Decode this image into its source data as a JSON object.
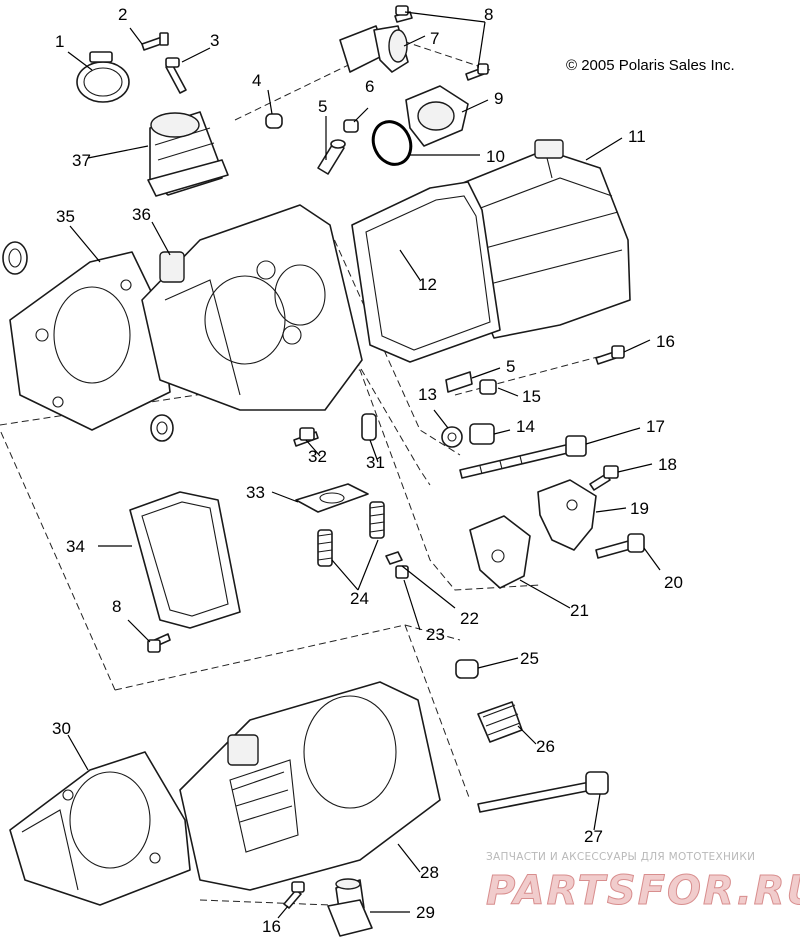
{
  "copyright": "© 2005 Polaris Sales Inc.",
  "watermark": {
    "tagline": "ЗАПЧАСТИ И АКСЕССУАРЫ ДЛЯ МОТОТЕХНИКИ",
    "brand": "PARTSFOR.RU"
  },
  "callouts": [
    "1",
    "2",
    "3",
    "4",
    "5",
    "5",
    "6",
    "7",
    "8",
    "8",
    "9",
    "10",
    "11",
    "12",
    "13",
    "14",
    "15",
    "16",
    "16",
    "17",
    "18",
    "19",
    "20",
    "21",
    "22",
    "23",
    "24",
    "25",
    "26",
    "27",
    "28",
    "29",
    "30",
    "31",
    "32",
    "33",
    "34",
    "35",
    "36",
    "37"
  ]
}
